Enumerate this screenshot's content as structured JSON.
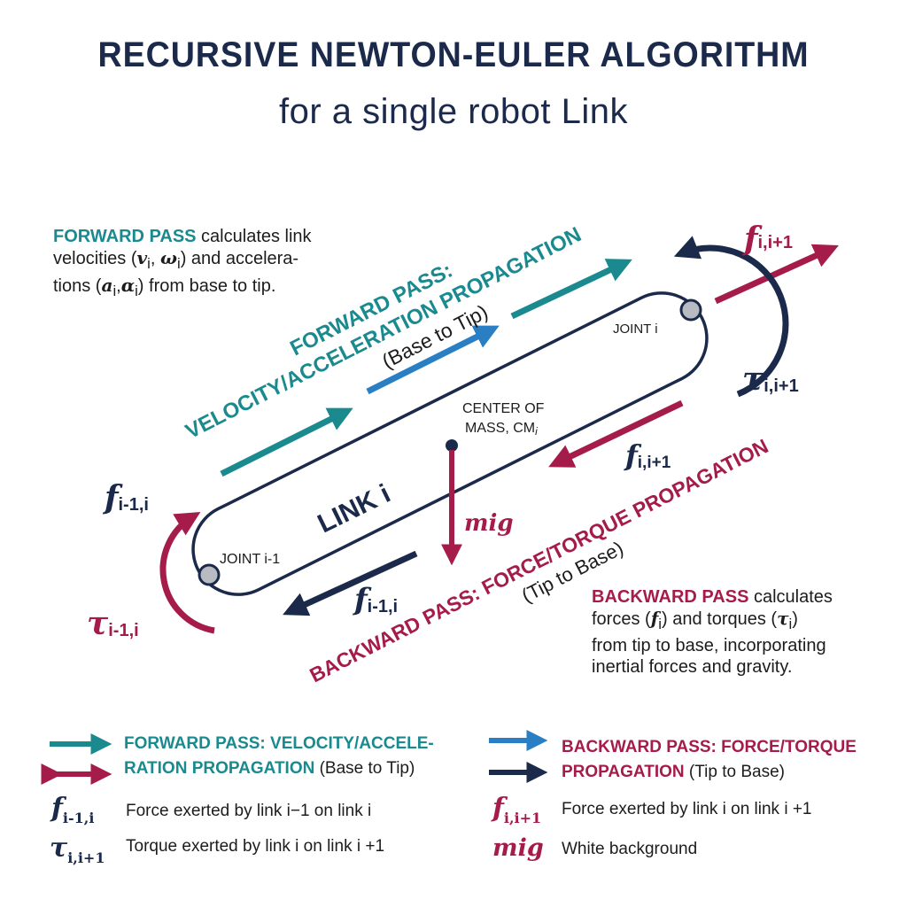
{
  "title": "RECURSIVE NEWTON-EULER ALGORITHM",
  "subtitle": "for a single robot Link",
  "forward_note": {
    "lead": "FORWARD PASS",
    "text1": " calculates link",
    "line2a": "velocities (",
    "line2sym": "v",
    "line2sub": "i",
    "line2b": ", ",
    "line2sym2": "ω",
    "line2sub2": "i",
    "line2c": ") and accelera-",
    "line3a": "tions (",
    "line3sym": "a",
    "line3sub": "i",
    "line3b": ",",
    "line3sym2": "α",
    "line3sub2": "i",
    "line3c": ") from base to tip."
  },
  "backward_note": {
    "lead": "BACKWARD PASS",
    "text1": " calculates",
    "line2a": "forces (",
    "line2sym": "f",
    "line2sub": "i",
    "line2b": ") and torques (",
    "line2sym2": "τ",
    "line2sub2": "i",
    "line2c": ")",
    "line3": "from tip to base, incorporating",
    "line4": "inertial forces and gravity."
  },
  "diagram": {
    "forward_label_1": "FORWARD PASS:",
    "forward_label_2": "VELOCITY/ACCELERATION PROPAGATION",
    "forward_label_3": "(Base to Tip)",
    "backward_label_1": "BACKWARD PASS: FORCE/TORQUE PROPAGATION",
    "backward_label_2": "(Tip to Base)",
    "link_label": "LINK i",
    "joint_i": "JOINT i",
    "joint_im1": "JOINT i-1",
    "com_1": "CENTER OF",
    "com_2": "MASS, CM",
    "com_sub": "i",
    "f_top": "f",
    "f_top_sub": "i,i+1",
    "tau_top": "τ",
    "tau_top_sub": "i,i+1",
    "f_mid": "f",
    "f_mid_sub": "i,i+1",
    "f_left": "f",
    "f_left_sub": "i-1,i",
    "tau_left": "τ",
    "tau_left_sub": "i-1,i",
    "f_bottom": "f",
    "f_bottom_sub": "i-1,i",
    "gravity": "mig"
  },
  "legend": {
    "forward_1a": "FORWARD PASS: VELOCITY/ACCELE-",
    "forward_2a": "RATION PROPAGATION",
    "forward_2b": " (Base to Tip)",
    "backward_1a": "BACKWARD PASS: FORCE/TORQUE",
    "backward_2a": "PROPAGATION",
    "backward_2b": " (Tip to Base)",
    "sym_f_im1": "f",
    "sym_f_im1_sub": "i-1,i",
    "desc_f_im1": "Force exerted by link i−1 on link i",
    "sym_tau": "τ",
    "sym_tau_sub": "i,i+1",
    "desc_tau": "Torque exerted by link i on link i +1",
    "sym_f_ip1": "f",
    "sym_f_ip1_sub": "i,i+1",
    "desc_f_ip1": "Force exerted by link i on link i +1",
    "sym_mig": "mig",
    "desc_mig": "White background"
  },
  "colors": {
    "teal": "#1a8a8f",
    "blue": "#2a7fc4",
    "crimson": "#a51c4b",
    "navy": "#1b2a4a",
    "joint": "#b8bcc2"
  }
}
